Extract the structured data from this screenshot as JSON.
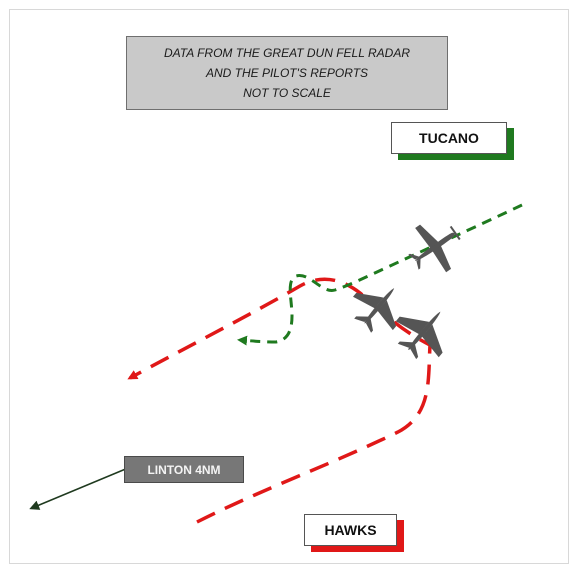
{
  "note": {
    "line1": "DATA FROM THE  GREAT DUN FELL RADAR",
    "line2": "AND THE PILOT'S REPORTS",
    "line3": "NOT TO SCALE"
  },
  "labels": {
    "tucano": "TUCANO",
    "hawks": "HAWKS",
    "linton": "LINTON 4NM"
  },
  "colors": {
    "tucano_track": "#1f7a1f",
    "hawks_track": "#e01818",
    "aircraft": "#555555",
    "linton_arrow": "#1f3a1f",
    "note_fill": "#c9c9c9",
    "linton_fill": "#777777"
  },
  "icons": {
    "tucano_aircraft": "single-prop-aircraft-icon",
    "hawk_aircraft": "jet-aircraft-icon"
  }
}
